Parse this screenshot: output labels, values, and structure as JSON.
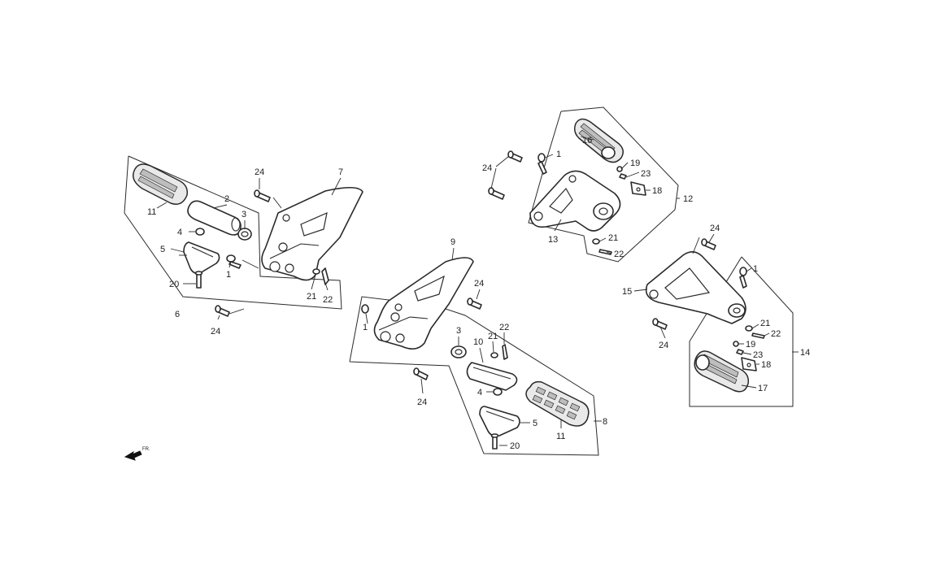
{
  "diagram": {
    "callouts": {
      "c_24_a": "24",
      "c_7": "7",
      "c_2": "2",
      "c_3_a": "3",
      "c_11_a": "11",
      "c_4_a": "4",
      "c_5_a": "5",
      "c_1_a": "1",
      "c_20_a": "20",
      "c_21_a": "21",
      "c_22_a": "22",
      "c_6": "6",
      "c_24_b": "24",
      "c_9": "9",
      "c_24_c": "24",
      "c_1_b": "1",
      "c_3_b": "3",
      "c_10": "10",
      "c_21_b": "21",
      "c_22_b": "22",
      "c_4_b": "4",
      "c_5_b": "5",
      "c_20_b": "20",
      "c_11_b": "11",
      "c_8": "8",
      "c_24_d": "24",
      "c_16": "16",
      "c_1_c": "1",
      "c_24_e": "24",
      "c_19_a": "19",
      "c_23_a": "23",
      "c_18_a": "18",
      "c_12": "12",
      "c_13": "13",
      "c_21_c": "21",
      "c_22_c": "22",
      "c_24_f": "24",
      "c_1_d": "1",
      "c_15": "15",
      "c_21_d": "21",
      "c_22_d": "22",
      "c_24_g": "24",
      "c_19_b": "19",
      "c_23_b": "23",
      "c_14": "14",
      "c_18_b": "18",
      "c_17": "17"
    },
    "direction_indicator": {
      "label": "FR.",
      "icon": "arrow-icon"
    },
    "colors": {
      "line": "#2a2a2a",
      "grip": "#bdbdbd",
      "background": "#ffffff"
    }
  }
}
